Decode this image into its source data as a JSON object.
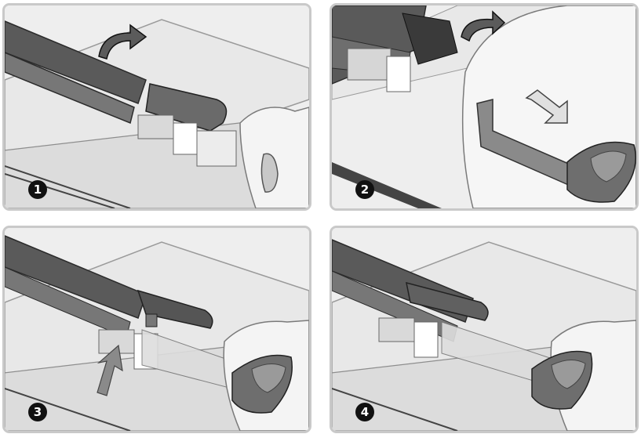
{
  "steps": [
    {
      "number": "1",
      "arrow": "curved-arrow-right",
      "shows_pin": false,
      "shows_slot": true
    },
    {
      "number": "2",
      "arrow": "curved-arrow-right",
      "secondary_arrow": "insert-arrow",
      "shows_pin": true
    },
    {
      "number": "3",
      "arrow": "push-arrow",
      "shows_pin": true
    },
    {
      "number": "4",
      "shows_pin": true
    }
  ],
  "colors": {
    "panel_border": "#c9c9c9",
    "panel_bg": "#f1f1f1",
    "rail_dark": "#555555",
    "part_light": "#e9e9e9",
    "badge": "#111111"
  }
}
